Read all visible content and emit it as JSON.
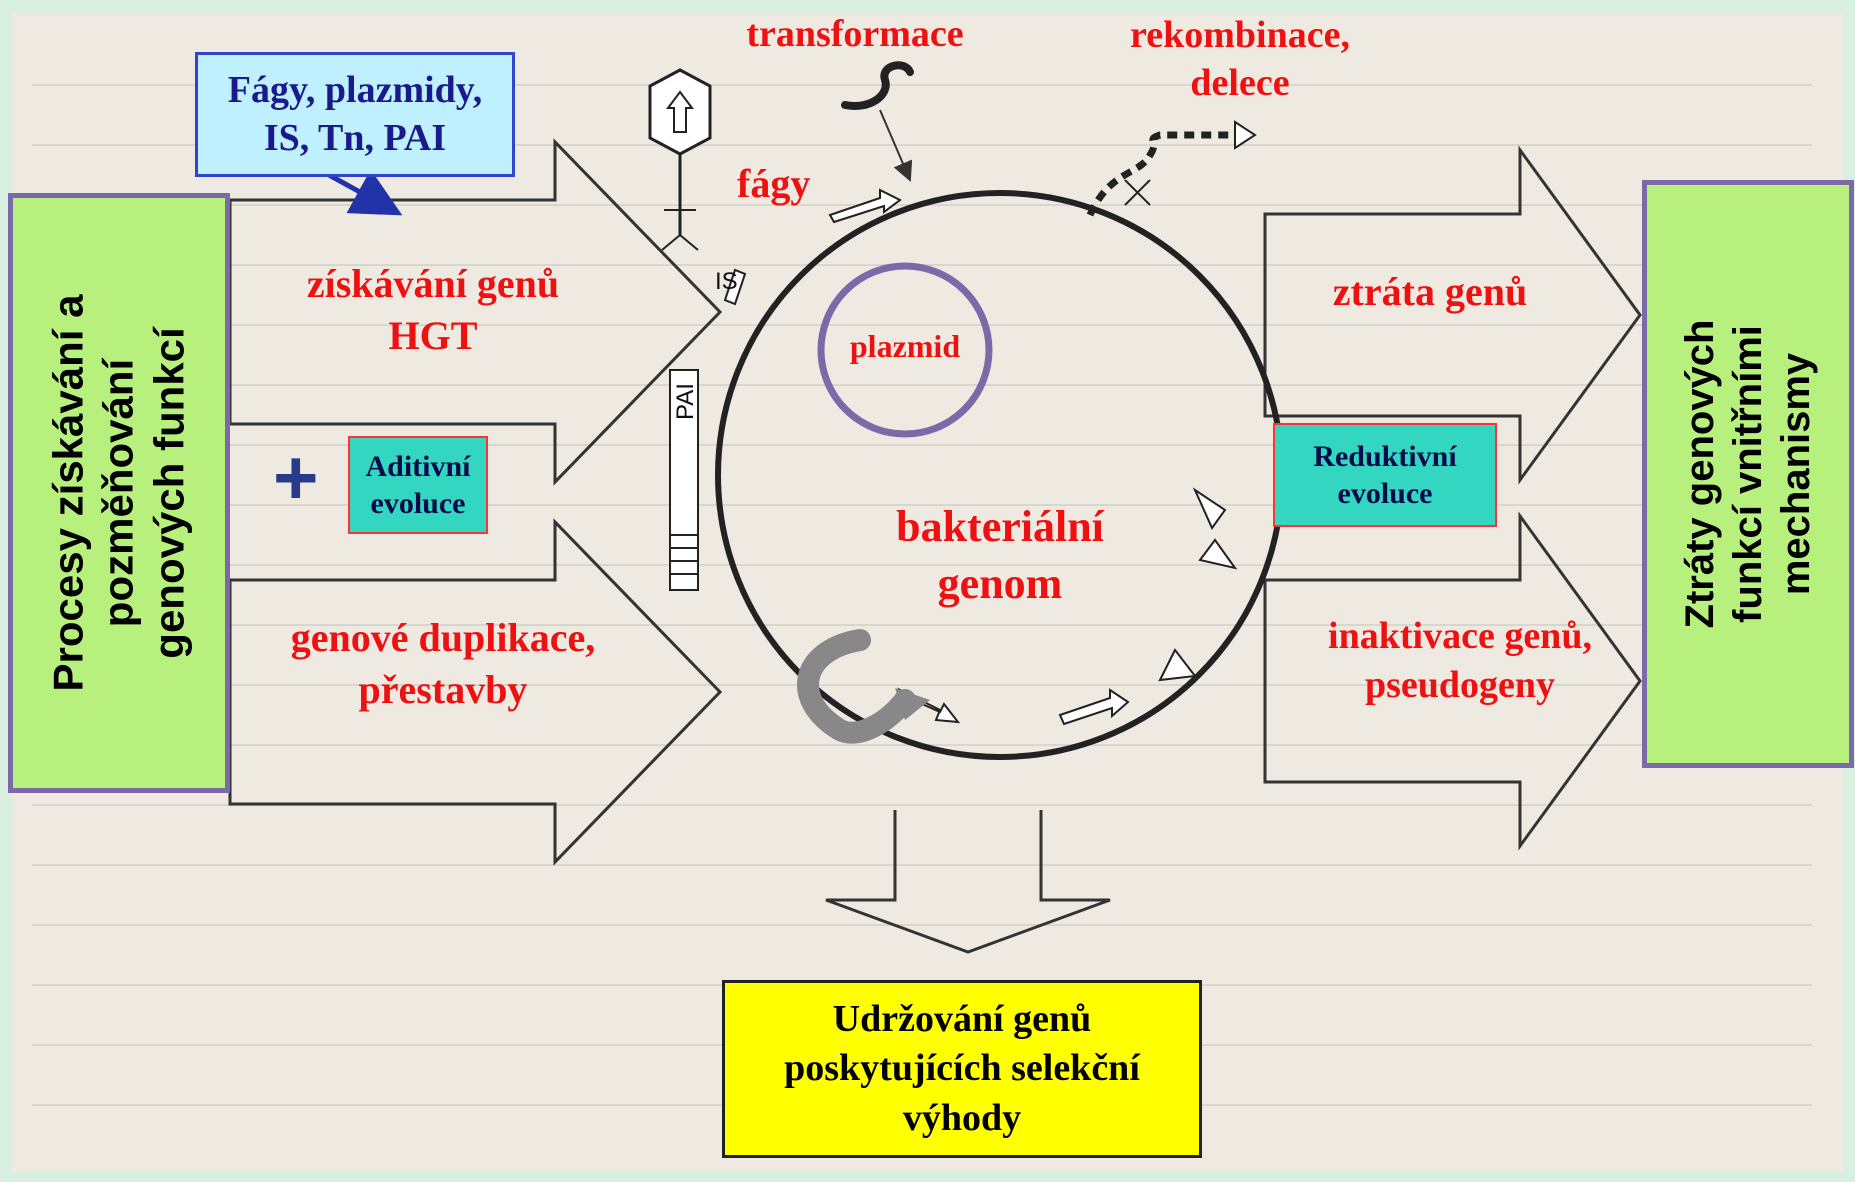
{
  "left_box": "Procesy získávání a\npozměňování\ngenových funkcí",
  "right_box": "Ztráty genových\nfunkcí vnitřními\nmechanismy",
  "note_box": "Fágy, plazmidy,\nIS, Tn, PAI",
  "labels": {
    "transformace": "transformace",
    "rekombinace": "rekombinace,\ndelece",
    "fagy": "fágy",
    "ziskavani": "získávání genů\nHGT",
    "ztrata": "ztráta genů",
    "plazmid": "plazmid",
    "bakterialni": "bakteriální\ngenom",
    "duplikace": "genové duplikace,\npřestavby",
    "inaktivace": "inaktivace genů,\npseudogeny",
    "plus": "+",
    "is": "IS",
    "pai": "PAI"
  },
  "aditivni": "Aditivní\nevoluce",
  "reduktivni": "Reduktivní\nevoluce",
  "bottom_box": "Udržování genů\nposkytujících selekční\nvýhody",
  "colors": {
    "background": "#d9efe2",
    "green_box": "#b8f07e",
    "teal_box": "#33d6c0",
    "yellow_box": "#ffff00",
    "red_text": "#ee1111",
    "note_box": "#bff0ff"
  }
}
